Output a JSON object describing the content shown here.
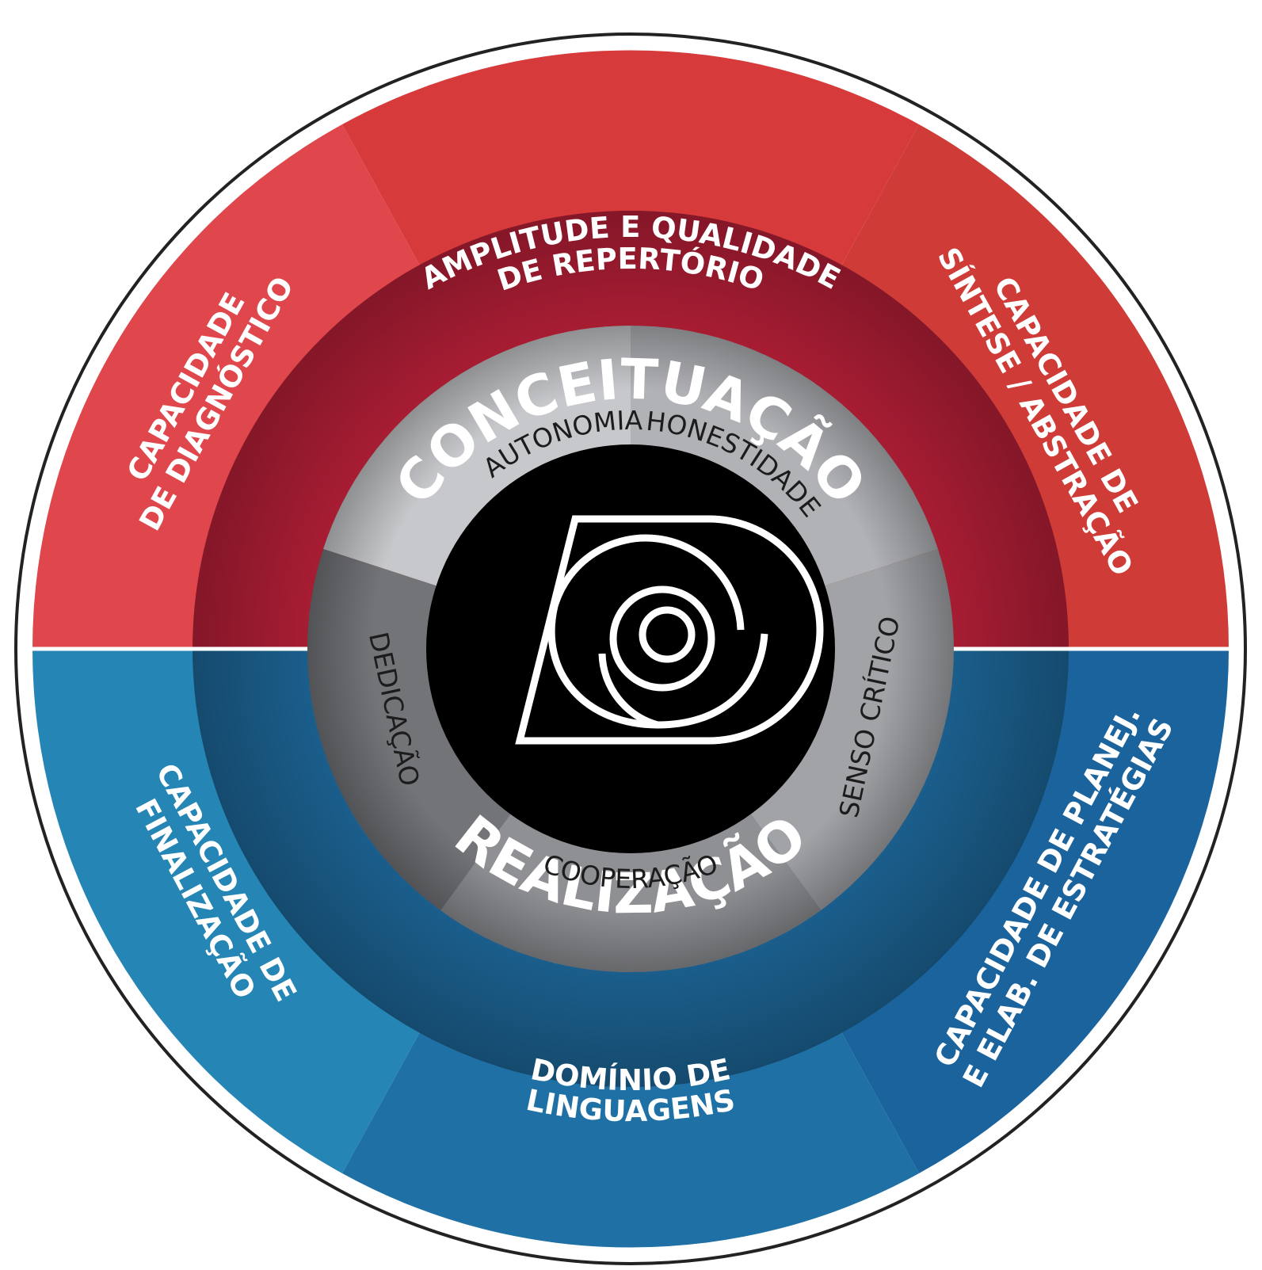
{
  "colors": {
    "red_outer": [
      "#e0474c",
      "#d63a3a",
      "#cf3b37"
    ],
    "red_mid": "#a91d33",
    "blue_outer": [
      "#2585b4",
      "#1f70a4",
      "#1b639c"
    ],
    "blue_mid": "#1b5f8d",
    "gray_inner": [
      "#c7c8cb",
      "#b1b2b6",
      "#a2a3a7",
      "#8f9094",
      "#737478"
    ],
    "center": "#000000",
    "divider": "#ffffff",
    "rim": "#222222"
  },
  "outer_ring": {
    "top_left": [
      "CAPACIDADE",
      "DE DIAGNÓSTICO"
    ],
    "top": [
      "AMPLITUDE E QUALIDADE",
      "DE REPERTÓRIO"
    ],
    "top_right": [
      "CAPACIDADE DE",
      "SÍNTESE / ABSTRAÇÃO"
    ],
    "bottom_left": [
      "CAPACIDADE DE",
      "FINALIZAÇÃO"
    ],
    "bottom": [
      "DOMÍNIO DE",
      "LINGUAGENS"
    ],
    "bottom_right": [
      "CAPACIDADE DE PLANEJ.",
      "E ELAB. DE ESTRATÉGIAS"
    ]
  },
  "middle_ring": {
    "top": "CONCEITUAÇÃO",
    "bottom": "REALIZAÇÃO"
  },
  "inner_ring": {
    "autonomia": "AUTONOMIA",
    "honestidade": "HONESTIDADE",
    "senso_critico": "SENSO CRÍTICO",
    "cooperacao": "COOPERAÇÃO",
    "dedicacao": "DEDICAÇÃO"
  },
  "center_logo": "spiral-d-logo"
}
